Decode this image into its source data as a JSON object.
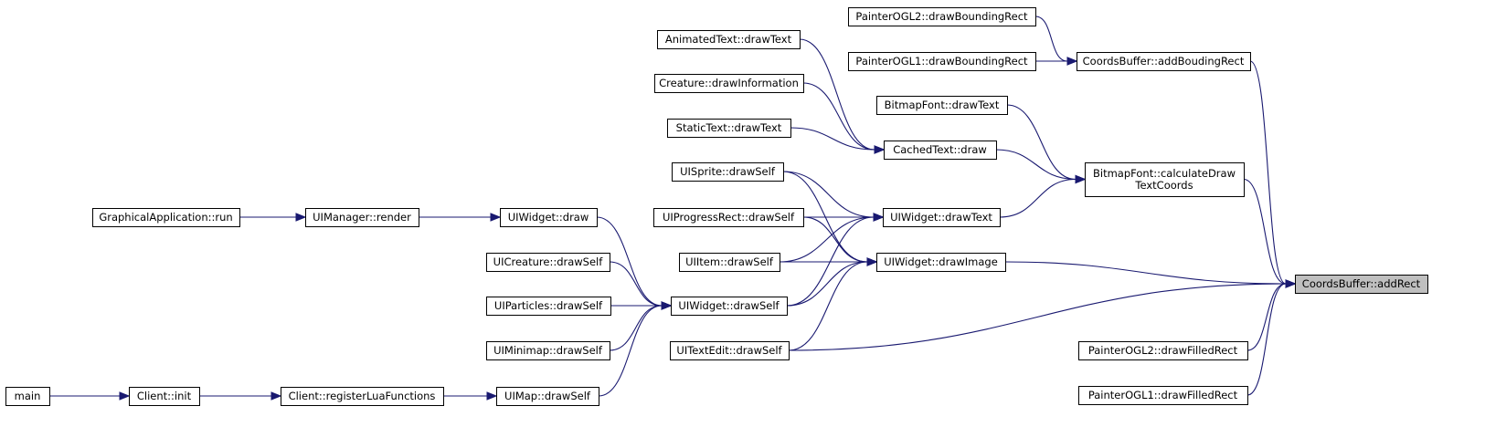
{
  "graph": {
    "title": "",
    "nodes": {
      "main": {
        "lines": [
          "main"
        ]
      },
      "client_init": {
        "lines": [
          "Client::init"
        ]
      },
      "client_reg": {
        "lines": [
          "Client::registerLuaFunctions"
        ]
      },
      "uimap_drawself": {
        "lines": [
          "UIMap::drawSelf"
        ]
      },
      "graphical_run": {
        "lines": [
          "GraphicalApplication::run"
        ]
      },
      "uimanager_render": {
        "lines": [
          "UIManager::render"
        ]
      },
      "uiwidget_draw": {
        "lines": [
          "UIWidget::draw"
        ]
      },
      "uicreature_drawself": {
        "lines": [
          "UICreature::drawSelf"
        ]
      },
      "uiparticles_drawself": {
        "lines": [
          "UIParticles::drawSelf"
        ]
      },
      "uiminimap_drawself": {
        "lines": [
          "UIMinimap::drawSelf"
        ]
      },
      "uiwidget_drawself": {
        "lines": [
          "UIWidget::drawSelf"
        ]
      },
      "animatedtext_drawtext": {
        "lines": [
          "AnimatedText::drawText"
        ]
      },
      "creature_drawinfo": {
        "lines": [
          "Creature::drawInformation"
        ]
      },
      "statictext_drawtext": {
        "lines": [
          "StaticText::drawText"
        ]
      },
      "uisprite_drawself": {
        "lines": [
          "UISprite::drawSelf"
        ]
      },
      "uiprogressrect_drawself": {
        "lines": [
          "UIProgressRect::drawSelf"
        ]
      },
      "uiitem_drawself": {
        "lines": [
          "UIItem::drawSelf"
        ]
      },
      "uitextedit_drawself": {
        "lines": [
          "UITextEdit::drawSelf"
        ]
      },
      "paintergl2_bounding": {
        "lines": [
          "PainterOGL2::drawBoundingRect"
        ]
      },
      "paintergl1_bounding": {
        "lines": [
          "PainterOGL1::drawBoundingRect"
        ]
      },
      "bitmapfont_drawtext": {
        "lines": [
          "BitmapFont::drawText"
        ]
      },
      "cachedtext_draw": {
        "lines": [
          "CachedText::draw"
        ]
      },
      "uiwidget_drawtext": {
        "lines": [
          "UIWidget::drawText"
        ]
      },
      "uiwidget_drawimage": {
        "lines": [
          "UIWidget::drawImage"
        ]
      },
      "coordsbuffer_addboudingrect": {
        "lines": [
          "CoordsBuffer::addBoudingRect"
        ]
      },
      "bitmapfont_calc": {
        "lines": [
          "BitmapFont::calculateDraw",
          "TextCoords"
        ]
      },
      "coordsbuffer_addrect": {
        "lines": [
          "CoordsBuffer::addRect"
        ]
      },
      "paintergl2_filled": {
        "lines": [
          "PainterOGL2::drawFilledRect"
        ]
      },
      "paintergl1_filled": {
        "lines": [
          "PainterOGL1::drawFilledRect"
        ]
      }
    },
    "edges": [
      [
        "main",
        "client_init"
      ],
      [
        "client_init",
        "client_reg"
      ],
      [
        "client_reg",
        "uimap_drawself"
      ],
      [
        "uimap_drawself",
        "uiwidget_drawself"
      ],
      [
        "graphical_run",
        "uimanager_render"
      ],
      [
        "uimanager_render",
        "uiwidget_draw"
      ],
      [
        "uiwidget_draw",
        "uiwidget_drawself"
      ],
      [
        "uicreature_drawself",
        "uiwidget_drawself"
      ],
      [
        "uiparticles_drawself",
        "uiwidget_drawself"
      ],
      [
        "uiminimap_drawself",
        "uiwidget_drawself"
      ],
      [
        "uiwidget_drawself",
        "uiwidget_drawtext"
      ],
      [
        "uiwidget_drawself",
        "uiwidget_drawimage"
      ],
      [
        "animatedtext_drawtext",
        "cachedtext_draw"
      ],
      [
        "creature_drawinfo",
        "cachedtext_draw"
      ],
      [
        "statictext_drawtext",
        "cachedtext_draw"
      ],
      [
        "uisprite_drawself",
        "uiwidget_drawtext"
      ],
      [
        "uisprite_drawself",
        "uiwidget_drawimage"
      ],
      [
        "uiprogressrect_drawself",
        "uiwidget_drawtext"
      ],
      [
        "uiprogressrect_drawself",
        "uiwidget_drawimage"
      ],
      [
        "uiitem_drawself",
        "uiwidget_drawtext"
      ],
      [
        "uiitem_drawself",
        "uiwidget_drawimage"
      ],
      [
        "uitextedit_drawself",
        "uiwidget_drawimage"
      ],
      [
        "uitextedit_drawself",
        "coordsbuffer_addrect"
      ],
      [
        "paintergl2_bounding",
        "coordsbuffer_addboudingrect"
      ],
      [
        "paintergl1_bounding",
        "coordsbuffer_addboudingrect"
      ],
      [
        "bitmapfont_drawtext",
        "bitmapfont_calc"
      ],
      [
        "cachedtext_draw",
        "bitmapfont_calc"
      ],
      [
        "uiwidget_drawtext",
        "bitmapfont_calc"
      ],
      [
        "uiwidget_drawimage",
        "coordsbuffer_addrect"
      ],
      [
        "coordsbuffer_addboudingrect",
        "coordsbuffer_addrect"
      ],
      [
        "bitmapfont_calc",
        "coordsbuffer_addrect"
      ],
      [
        "paintergl2_filled",
        "coordsbuffer_addrect"
      ],
      [
        "paintergl1_filled",
        "coordsbuffer_addrect"
      ]
    ],
    "highlighted_node": "coordsbuffer_addrect",
    "colors": {
      "edge": "#191970",
      "node_border": "#000000",
      "highlight_fill": "#bfbfbf"
    }
  }
}
